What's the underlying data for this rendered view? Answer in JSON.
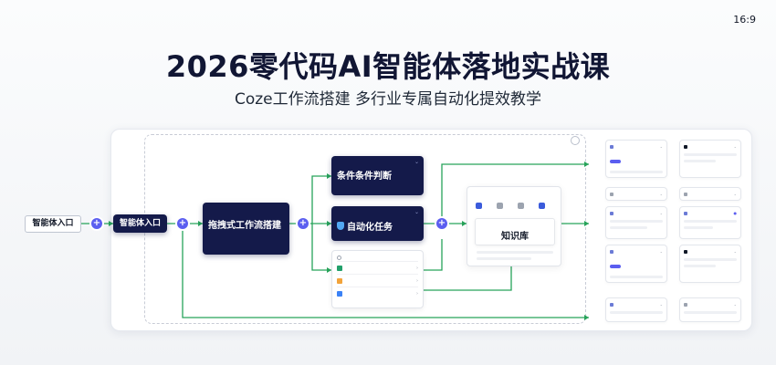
{
  "aspect_ratio": "16:9",
  "title": "2026零代码AI智能体落地实战课",
  "subtitle": "Coze工作流搭建 多行业专属自动化提效教学",
  "flow": {
    "entry_label": "智能体入口",
    "agent_label": "智能体入口",
    "plus_glyph": "+",
    "drag_node": {
      "title": "拖拽式工作流搭建"
    },
    "condition_node": {
      "title": "条件条件判断"
    },
    "automation_node": {
      "title": "自动化任务",
      "icon": "shield-icon"
    },
    "knowledge_node": {
      "title": "知识库"
    }
  },
  "colors": {
    "node_dark": "#141a4a",
    "connector_green": "#27a35a",
    "plus_purple": "#5b5ef0",
    "title_text": "#111634"
  }
}
